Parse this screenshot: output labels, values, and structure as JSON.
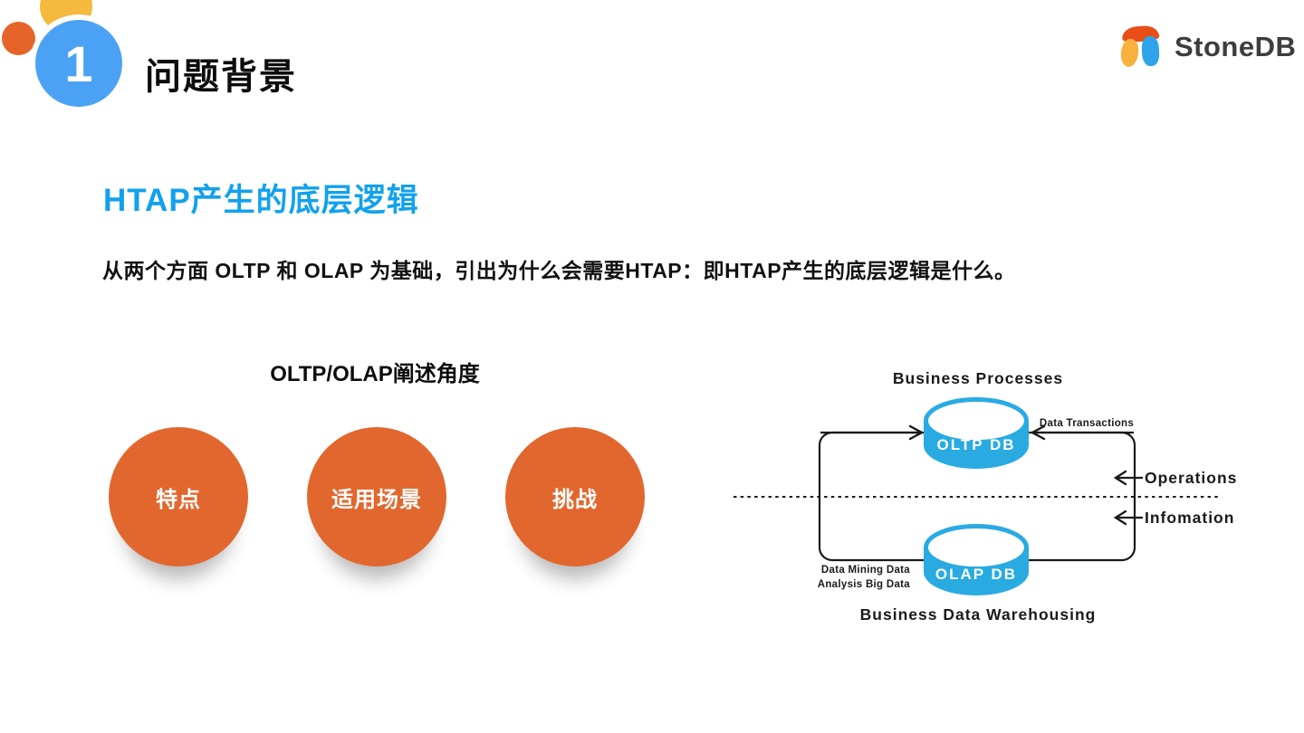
{
  "slide": {
    "section_number": "1",
    "section_title": "问题背景",
    "heading": "HTAP产生的底层逻辑",
    "subtitle": "从两个方面 OLTP 和 OLAP 为基础，引出为什么会需要HTAP：即HTAP产生的底层逻辑是什么。"
  },
  "logo": {
    "text": "StoneDB"
  },
  "left_panel": {
    "title": "OLTP/OLAP阐述角度",
    "circles": [
      {
        "label": "特点"
      },
      {
        "label": "适用场景"
      },
      {
        "label": "挑战"
      }
    ]
  },
  "diagram": {
    "top_label": "Business Processes",
    "oltp_db_label": "OLTP DB",
    "olap_db_label": "OLAP DB",
    "data_transactions_label": "Data Transactions",
    "operations_label": "Operations",
    "information_label": "Infomation",
    "data_mining_line1": "Data Mining Data",
    "data_mining_line2": "Analysis Big Data",
    "bottom_label": "Business Data Warehousing"
  },
  "colors": {
    "heading_blue": "#12A1EC",
    "cylinder_blue": "#29ABE2",
    "circle_orange": "#E2672E",
    "badge_blue": "#4BA2F4",
    "deco_yellow": "#F5B93E",
    "deco_orange": "#E6632A",
    "line_dark": "#1A1A1A",
    "logo_text_color": "#3D3D3D",
    "logo_cap_orange": "#E94E17",
    "logo_yellow": "#F8B13D",
    "logo_blue": "#2FA3E9"
  }
}
